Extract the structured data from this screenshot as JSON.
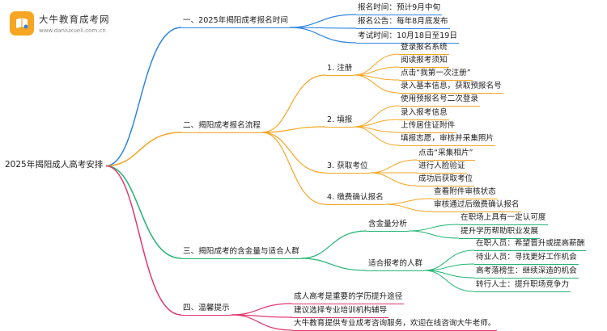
{
  "logo": {
    "icon": "book-icon",
    "name": "大牛教育成考网",
    "url": "www.daniuxueli.com.cn",
    "color": "#f6a623"
  },
  "root": "2025年揭阳成人高考安排",
  "branches": [
    {
      "label": "一、2025年揭阳成考报名时间",
      "color": "#2f86e0",
      "children": [
        {
          "label": "报名时间：预计9月中旬"
        },
        {
          "label": "报名公告：每年8月底发布"
        },
        {
          "label": "考试时间：10月18日至19日"
        }
      ]
    },
    {
      "label": "二、揭阳成考报名流程",
      "color": "#f5a623",
      "children": [
        {
          "label": "1. 注册",
          "children": [
            {
              "label": "登录报名系统"
            },
            {
              "label": "阅读报考须知"
            },
            {
              "label": "点击“我第一次注册”"
            },
            {
              "label": "录入基本信息，获取预报名号"
            }
          ]
        },
        {
          "label": "2. 填报",
          "children": [
            {
              "label": "使用预报名号二次登录"
            },
            {
              "label": "录入报考信息"
            },
            {
              "label": "上传居住证附件"
            },
            {
              "label": "填报志愿，审核并采集照片"
            }
          ]
        },
        {
          "label": "3. 获取考位",
          "children": [
            {
              "label": "点击“采集相片”"
            },
            {
              "label": "进行人脸验证"
            },
            {
              "label": "成功后获取考位"
            }
          ]
        },
        {
          "label": "4. 缴费确认报名",
          "children": [
            {
              "label": "查看附件审核状态"
            },
            {
              "label": "审核通过后缴费确认报名"
            }
          ]
        }
      ]
    },
    {
      "label": "三、揭阳成考的含金量与适合人群",
      "color": "#22b573",
      "children": [
        {
          "label": "含金量分析",
          "children": [
            {
              "label": "在职场上具有一定认可度"
            },
            {
              "label": "提升学历帮助职业发展"
            }
          ]
        },
        {
          "label": "适合报考的人群",
          "children": [
            {
              "label": "在职人员：希望晋升或提高薪酬"
            },
            {
              "label": "待业人员：寻找更好工作机会"
            },
            {
              "label": "高考落榜生：继续深造的机会"
            },
            {
              "label": "转行人士：提升职场竞争力"
            }
          ]
        }
      ]
    },
    {
      "label": "四、温馨提示",
      "color": "#e0386e",
      "children": [
        {
          "label": "成人高考是重要的学历提升途径"
        },
        {
          "label": "建议选择专业培训机构辅导"
        },
        {
          "label": "大牛教育提供专业成考咨询服务，欢迎在线咨询大牛老师。"
        }
      ]
    }
  ]
}
